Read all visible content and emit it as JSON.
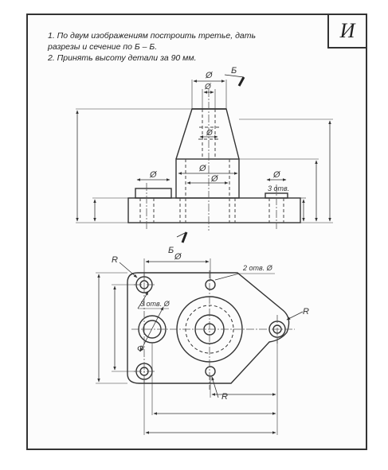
{
  "variant_letter": "И",
  "task": {
    "line1": "1. По двум изображениям построить третье, дать",
    "line2": "разрезы и сечение по Б – Б.",
    "line3": "2. Принять высоту детали за 90 мм."
  },
  "labels": {
    "diam": "Ø",
    "section": "Б",
    "holes_3": "3 отв.",
    "holes_3_diam": "3 отв. Ø",
    "holes_2_diam": "2 отв. Ø",
    "radius": "R",
    "phi": "Ф"
  }
}
